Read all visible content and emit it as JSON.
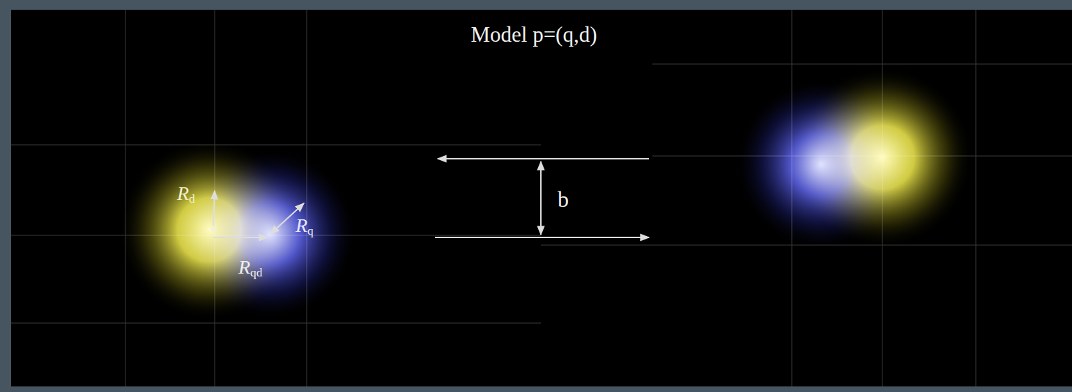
{
  "diagram": {
    "title": "Model p=(q,d)",
    "labels": [
      "Rd",
      "Rq",
      "Rqd",
      "b"
    ]
  }
}
